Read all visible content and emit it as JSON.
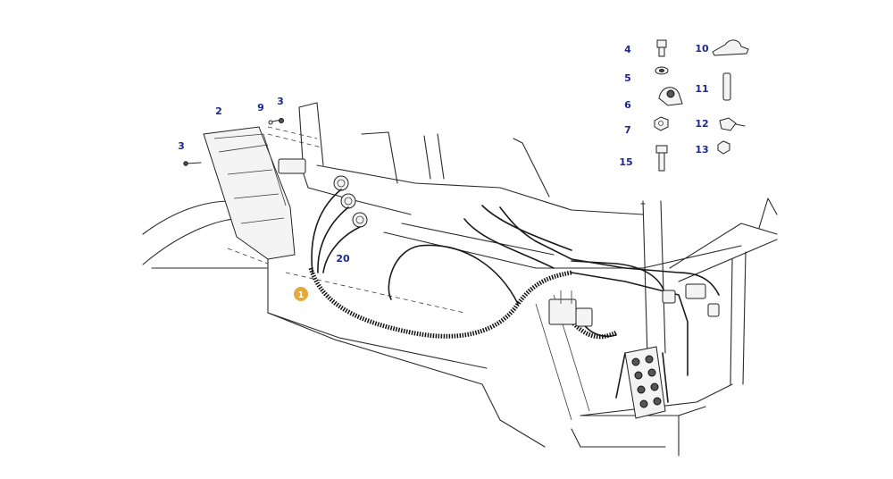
{
  "diagram": {
    "callouts": {
      "c1": "1",
      "c2": "2",
      "c3a": "3",
      "c3b": "3",
      "c4": "4",
      "c5": "5",
      "c6": "6",
      "c7": "7",
      "c9": "9",
      "c10": "10",
      "c11": "11",
      "c12": "12",
      "c13": "13",
      "c15": "15",
      "c20": "20"
    },
    "colors": {
      "callout_text": "#1b2a8c",
      "highlight_badge": "#e3a93b",
      "line_art": "#2a2a2a"
    }
  }
}
